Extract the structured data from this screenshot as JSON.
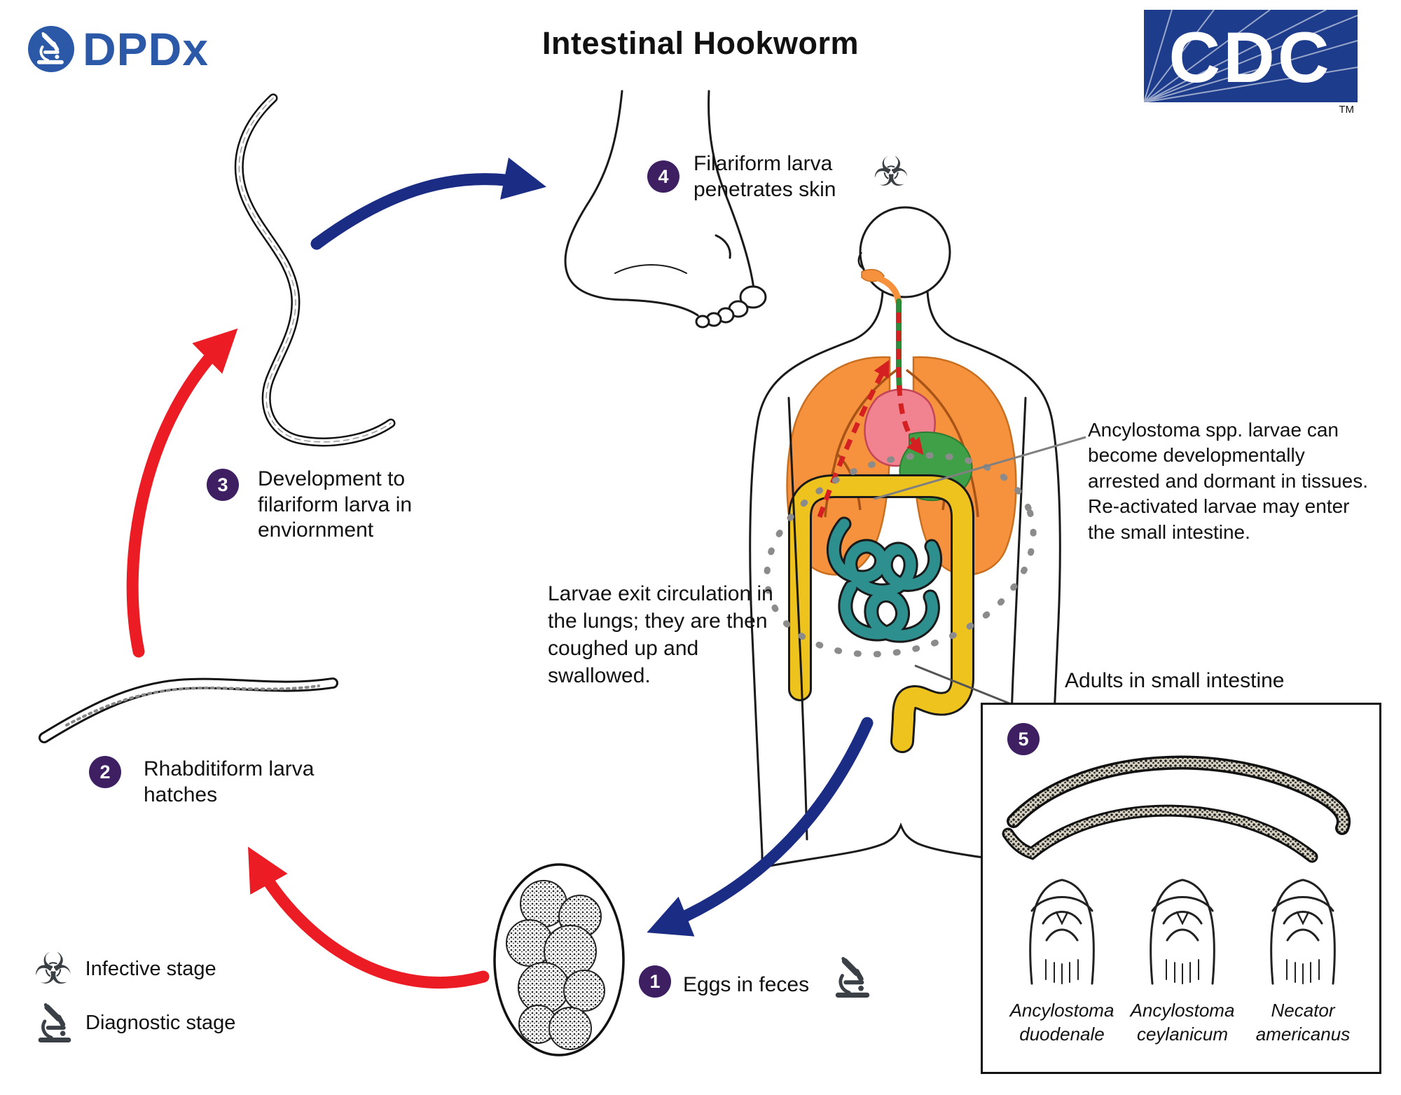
{
  "title": "Intestinal Hookworm",
  "logos": {
    "dpdx": "DPDx",
    "cdc": "CDC",
    "tm": "TM"
  },
  "icons": {
    "biohazard": "☣",
    "microscope": "microscope-icon"
  },
  "steps": {
    "s1": {
      "num": "1",
      "label": "Eggs in feces"
    },
    "s2": {
      "num": "2",
      "label": "Rhabditiform larva hatches"
    },
    "s3": {
      "num": "3",
      "label": "Development to filariform larva in enviornment"
    },
    "s4": {
      "num": "4",
      "label": "Filariform larva penetrates skin"
    },
    "s5": {
      "num": "5",
      "label": "Adults in small intestine"
    }
  },
  "notes": {
    "lungs_exit": "Larvae exit circulation in the lungs;  they are then coughed up and swallowed.",
    "dormancy": "Ancylostoma spp. larvae can become developmentally arrested and dormant in tissues. Re-activated larvae may enter the small intestine.",
    "adults_heading": "Adults in small intestine"
  },
  "species": [
    {
      "genus": "Ancylostoma",
      "species": "duodenale"
    },
    {
      "genus": "Ancylostoma",
      "species": "ceylanicum"
    },
    {
      "genus": "Necator",
      "species": "americanus"
    }
  ],
  "legend": {
    "infective": "Infective stage",
    "diagnostic": "Diagnostic stage"
  },
  "colors": {
    "arrow_red": "#EC1C24",
    "arrow_blue": "#1B2C85",
    "step_circle": "#3D1F62",
    "lungs_orange": "#F6913D",
    "heart_pink": "#F0838F",
    "stomach_green": "#3FA047",
    "large_intestine_yellow": "#EFC31E",
    "small_intestine_teal": "#2E8F8F",
    "dpdx_blue": "#2B59A8",
    "cdc_blue": "#1E3C8C",
    "dashed_gray": "#8b8b8b"
  }
}
